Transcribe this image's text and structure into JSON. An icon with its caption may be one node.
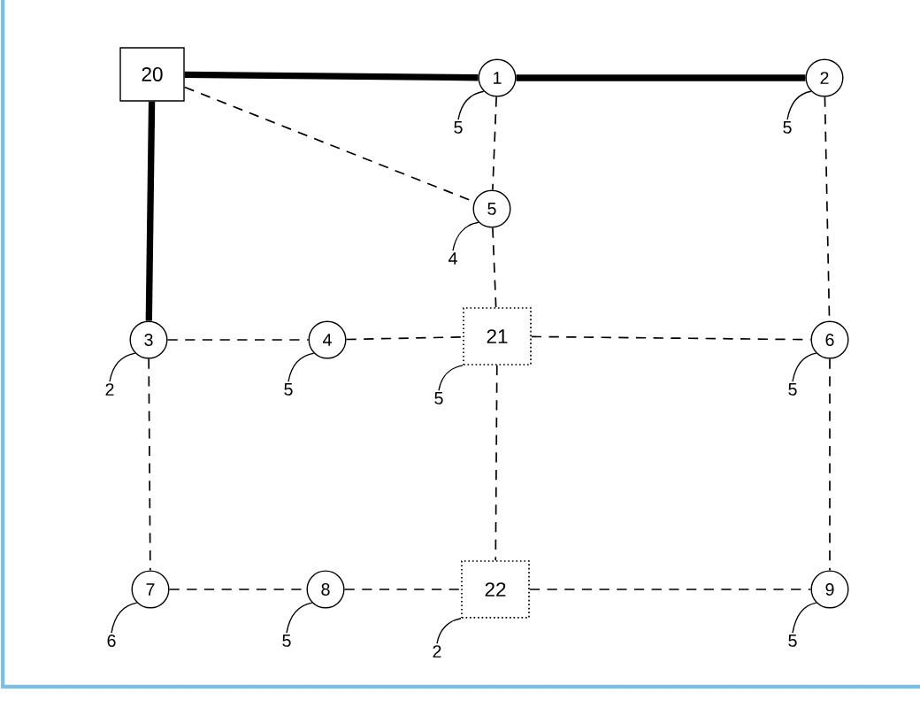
{
  "diagram": {
    "nodes": [
      {
        "text": [
          "20"
        ]
      },
      {
        "text": [
          "1"
        ]
      },
      {
        "text": [
          "2"
        ]
      },
      {
        "text": [
          "5"
        ]
      },
      {
        "text": [
          "3"
        ]
      },
      {
        "text": [
          "4"
        ]
      },
      {
        "text": [
          "21"
        ]
      },
      {
        "text": [
          "6"
        ]
      },
      {
        "text": [
          "7"
        ]
      },
      {
        "text": [
          "8"
        ]
      },
      {
        "text": [
          "22"
        ]
      },
      {
        "text": [
          "9"
        ]
      },
      {
        "text": [
          "5"
        ]
      },
      {
        "text": [
          "5"
        ]
      },
      {
        "text": [
          "4"
        ]
      },
      {
        "text": [
          "2"
        ]
      },
      {
        "text": [
          "5"
        ]
      },
      {
        "text": [
          "5"
        ]
      },
      {
        "text": [
          "5"
        ]
      },
      {
        "text": [
          "6"
        ]
      },
      {
        "text": [
          "5"
        ]
      },
      {
        "text": [
          "2"
        ]
      },
      {
        "text": [
          "5"
        ]
      }
    ],
    "edges": [
      {
        "from": 0,
        "to": 1,
        "arrow": "none",
        "style": "thick"
      },
      {
        "from": 1,
        "to": 2,
        "arrow": "none",
        "style": "thick"
      },
      {
        "from": 0,
        "to": 4,
        "arrow": "none",
        "style": "thick"
      },
      {
        "from": 0,
        "to": 3,
        "arrow": "none",
        "style": "dashed"
      },
      {
        "from": 1,
        "to": 3,
        "arrow": "none",
        "style": "dashed"
      },
      {
        "from": 3,
        "to": 6,
        "arrow": "none",
        "style": "dashed"
      },
      {
        "from": 2,
        "to": 7,
        "arrow": "none",
        "style": "dashed"
      },
      {
        "from": 4,
        "to": 5,
        "arrow": "none",
        "style": "dashed"
      },
      {
        "from": 5,
        "to": 6,
        "arrow": "none",
        "style": "dashed"
      },
      {
        "from": 6,
        "to": 7,
        "arrow": "none",
        "style": "dashed"
      },
      {
        "from": 4,
        "to": 8,
        "arrow": "none",
        "style": "dashed"
      },
      {
        "from": 6,
        "to": 10,
        "arrow": "none",
        "style": "dashed"
      },
      {
        "from": 7,
        "to": 11,
        "arrow": "none",
        "style": "dashed"
      },
      {
        "from": 8,
        "to": 9,
        "arrow": "none",
        "style": "dashed"
      },
      {
        "from": 9,
        "to": 10,
        "arrow": "none",
        "style": "dashed"
      },
      {
        "from": 10,
        "to": 11,
        "arrow": "none",
        "style": "dashed"
      },
      {
        "from": 12,
        "to": 1,
        "arrow": "none"
      },
      {
        "from": 13,
        "to": 2,
        "arrow": "none"
      },
      {
        "from": 14,
        "to": 3,
        "arrow": "none"
      },
      {
        "from": 15,
        "to": 4,
        "arrow": "none"
      },
      {
        "from": 16,
        "to": 5,
        "arrow": "none"
      },
      {
        "from": 17,
        "to": 6,
        "arrow": "none"
      },
      {
        "from": 18,
        "to": 7,
        "arrow": "none"
      },
      {
        "from": 19,
        "to": 8,
        "arrow": "none"
      },
      {
        "from": 20,
        "to": 9,
        "arrow": "none"
      },
      {
        "from": 21,
        "to": 10,
        "arrow": "none"
      },
      {
        "from": 22,
        "to": 11,
        "arrow": "none"
      }
    ]
  }
}
